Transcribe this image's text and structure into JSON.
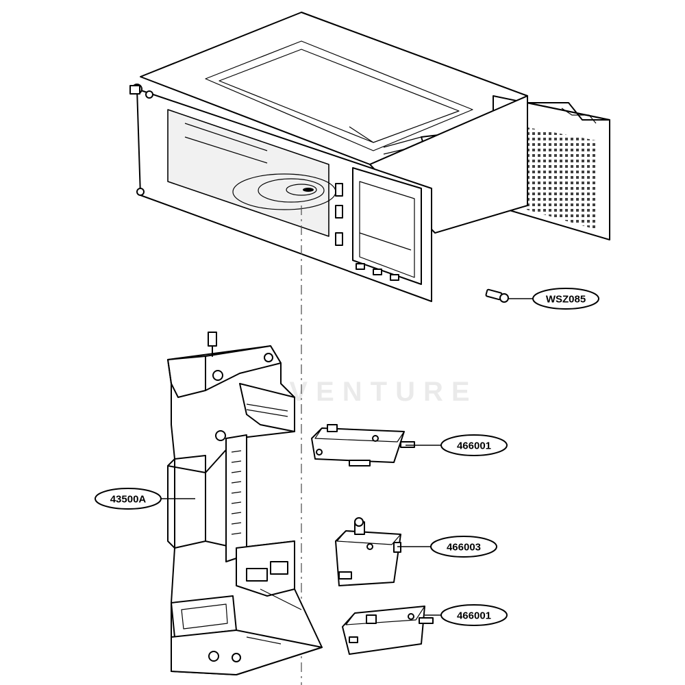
{
  "labels": {
    "wsz085": "WSZ085",
    "switch_top": "466001",
    "switch_middle": "466003",
    "switch_bottom": "466001",
    "bracket": "43500A"
  },
  "watermark": "VENTURE"
}
